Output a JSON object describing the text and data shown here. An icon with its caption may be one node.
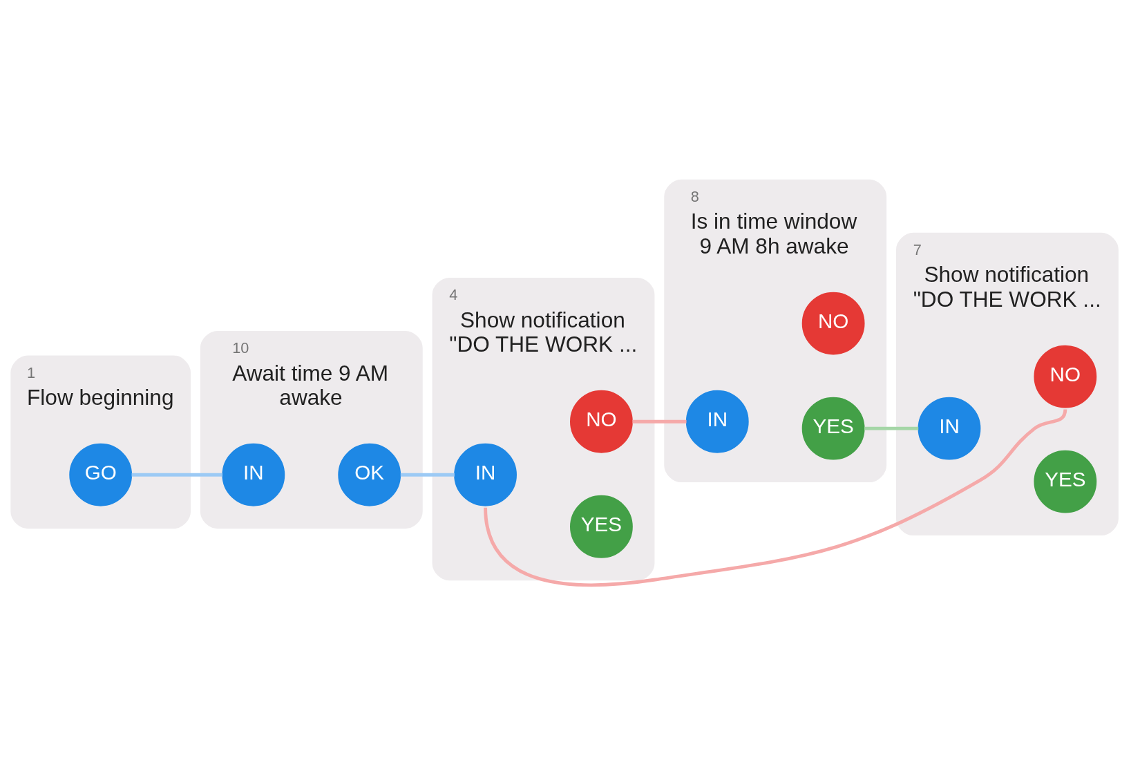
{
  "diagram": {
    "nodes": [
      {
        "text": [
          "1",
          "Flow beginning"
        ]
      },
      {
        "text": [
          "GO"
        ],
        "in": 0
      },
      {
        "text": [
          "10",
          "Await time 9 AM awake"
        ]
      },
      {
        "text": [
          "IN"
        ],
        "in": 2
      },
      {
        "text": [
          "OK"
        ],
        "in": 2
      },
      {
        "text": [
          "4",
          "Show notification \"DO THE WORK ..."
        ]
      },
      {
        "text": [
          "IN"
        ],
        "in": 5
      },
      {
        "text": [
          "NO"
        ],
        "in": 5
      },
      {
        "text": [
          "YES"
        ],
        "in": 5
      },
      {
        "text": [
          "8",
          "Is in time window 9 AM 8h awake"
        ]
      },
      {
        "text": [
          "IN"
        ],
        "in": 9
      },
      {
        "text": [
          "NO"
        ],
        "in": 9
      },
      {
        "text": [
          "YES"
        ],
        "in": 9
      },
      {
        "text": [
          "7",
          "Show notification \"DO THE WORK ..."
        ]
      },
      {
        "text": [
          "IN"
        ],
        "in": 13
      },
      {
        "text": [
          "NO"
        ],
        "in": 13
      },
      {
        "text": [
          "YES"
        ],
        "in": 13
      }
    ],
    "edges": [
      {
        "from": 1,
        "to": 3,
        "arrow": "none",
        "color": "#9ccaf5"
      },
      {
        "from": 4,
        "to": 6,
        "arrow": "none",
        "color": "#9ccaf5"
      },
      {
        "from": 7,
        "to": 10,
        "arrow": "none",
        "color": "#f5a9a9"
      },
      {
        "from": 12,
        "to": 14,
        "arrow": "none",
        "color": "#a5d6a7"
      },
      {
        "from": 15,
        "to": 6,
        "arrow": "none",
        "color": "#f5a9a9"
      }
    ]
  }
}
